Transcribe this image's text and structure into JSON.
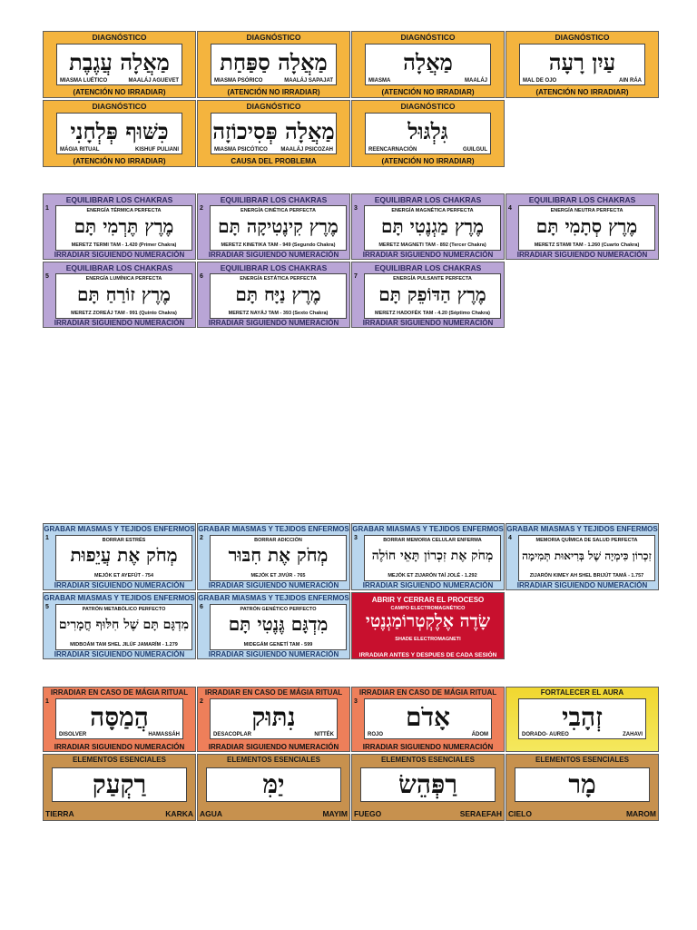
{
  "diagnostico": [
    {
      "header": "DIAGNÓSTICO",
      "hebrew": "מַאֲלָה עֲגֶבֶת",
      "left": "MIASMA LUÉTICO",
      "right": "MAALÁJ AGUEVET",
      "footer": "(ATENCIÓN NO IRRADIAR)"
    },
    {
      "header": "DIAGNÓSTICO",
      "hebrew": "מַאֲלָה סַפַּחַת",
      "left": "MIASMA PSÓRICO",
      "right": "MAALÁJ SAPAJAT",
      "footer": "(ATENCIÓN NO IRRADIAR)"
    },
    {
      "header": "DIAGNÓSTICO",
      "hebrew": "מַאֲלָה",
      "left": "MIASMA",
      "right": "MAALÁJ",
      "footer": "(ATENCIÓN NO IRRADIAR)"
    },
    {
      "header": "DIAGNÓSTICO",
      "hebrew": "עַיִן רָעָה",
      "left": "MAL DE OJO",
      "right": "AIN RÁA",
      "footer": "(ATENCIÓN NO IRRADIAR)"
    },
    {
      "header": "DIAGNÓSTICO",
      "hebrew": "כִּשּׁוּף פְּלְחָנִי",
      "left": "MÁGIA RITUAL",
      "right": "KISHUF PULIANI",
      "footer": "(ATENCIÓN NO IRRADIAR)"
    },
    {
      "header": "DIAGNÓSTICO",
      "hebrew": "מַאֲלָה פְּסִיכוֹזָה",
      "left": "MIASMA PSICÓTICO",
      "right": "MAALÁJ PSICOZAH",
      "footer": "CAUSA DEL PROBLEMA"
    },
    {
      "header": "DIAGNÓSTICO",
      "hebrew": "גִּלְגּוּל",
      "left": "REENCARNACIÓN",
      "right": "GUILGUL",
      "footer": "(ATENCIÓN NO IRRADIAR)"
    }
  ],
  "chakras": [
    {
      "num": "1",
      "header": "EQUILIBRAR LOS CHAKRAS",
      "sub": "ENERGÍA TÉRMICA PERFECTA",
      "hebrew": "מֶרֶץ תֶּרְמִי תָּם",
      "line": "MERETZ TERMI TAM - 1.420 (Primer Chakra)",
      "footer": "IRRADIAR SIGUIENDO NUMERACIÓN"
    },
    {
      "num": "2",
      "header": "EQUILIBRAR LOS CHAKRAS",
      "sub": "ENERGÍA CINÉTICA PERFECTA",
      "hebrew": "מֶרֶץ קִינֶטִיקָה תָּם",
      "line": "MERETZ KINETIKA TAM - 949 (Segundo Chakra)",
      "footer": "IRRADIAR SIGUIENDO NUMERACIÓN"
    },
    {
      "num": "3",
      "header": "EQUILIBRAR LOS CHAKRAS",
      "sub": "ENERGÍA MAGNÉTICA PERFECTA",
      "hebrew": "מֶרֶץ מַגְנֶטִי תָּם",
      "line": "MERETZ MAGNETI TAM - 892 (Tercer Chakra)",
      "footer": "IRRADIAR SIGUIENDO NUMERACIÓN"
    },
    {
      "num": "4",
      "header": "EQUILIBRAR LOS CHAKRAS",
      "sub": "ENERGÍA NEUTRA PERFECTA",
      "hebrew": "מֶרֶץ סְתָמִי תָּם",
      "line": "MERETZ STAMI TAM - 1.260 (Cuarto Chakra)",
      "footer": "IRRADIAR SIGUIENDO NUMERACIÓN"
    },
    {
      "num": "5",
      "header": "EQUILIBRAR LOS CHAKRAS",
      "sub": "ENERGÍA LUMÍNICA PERFECTA",
      "hebrew": "מֶרֶץ זוֹרַחַ תָּם",
      "line": "MERETZ ZOREÁJ TAM - 991 (Quinto Chakra)",
      "footer": "IRRADIAR SIGUIENDO NUMERACIÓN"
    },
    {
      "num": "6",
      "header": "EQUILIBRAR LOS CHAKRAS",
      "sub": "ENERGÍA ESTÁTICA PERFECTA",
      "hebrew": "מֶרֶץ נַיָּח תָּם",
      "line": "MERETZ NAYÁJ TAM - 393 (Sexto Chakra)",
      "footer": "IRRADIAR SIGUIENDO NUMERACIÓN"
    },
    {
      "num": "7",
      "header": "EQUILIBRAR LOS CHAKRAS",
      "sub": "ENERGÍA PULSANTE PERFECTA",
      "hebrew": "מֶרֶץ הַדּוֹפֵק תָּם",
      "line": "MERETZ HADOFÉK TAM - 4.20 (Séptimo Chakra)",
      "footer": "IRRADIAR SIGUIENDO NUMERACIÓN"
    }
  ],
  "miasmas": [
    {
      "num": "1",
      "header": "GRABAR MIASMAS Y TEJIDOS ENFERMOS",
      "sub": "BORRAR ESTRÉS",
      "hebrew": "מְחֹק אֶת עֲיֵפוּת",
      "line": "MEJÓK ET AYEFÚT - 754",
      "footer": "IRRADIAR SIGUIENDO NUMERACIÓN"
    },
    {
      "num": "2",
      "header": "GRABAR MIASMAS Y TEJIDOS ENFERMOS",
      "sub": "BORRAR ADICCIÓN",
      "hebrew": "מְחֹק אֶת חִבּוּר",
      "line": "MEJÓK ET JIVÚR - 765",
      "footer": "IRRADIAR SIGUIENDO NUMERACIÓN"
    },
    {
      "num": "3",
      "header": "GRABAR MIASMAS Y TEJIDOS ENFERMOS",
      "sub": "BORRAR MEMORIA CELULAR ENFERMA",
      "hebrew": "מְחֹק אֶת זִכְרוֹן תָּאֵי חוֹלֶה",
      "line": "MEJÓK ET ZIJARÓN TAÍ JOLÉ - 1.292",
      "footer": "IRRADIAR SIGUIENDO NUMERACIÓN"
    },
    {
      "num": "4",
      "header": "GRABAR MIASMAS Y TEJIDOS ENFERMOS",
      "sub": "MEMORIA QUÍMICA DE SALUD PERFECTA",
      "hebrew": "זִכְרוֹן כִּימְיָה שֶׁל בְּרִיאוּת תְּמִימָה",
      "line": "ZIJARÓN KIMEY AH SHEL BRIJÚT TAMÁ - 1.757",
      "footer": "IRRADIAR SIGUIENDO NUMERACIÓN"
    },
    {
      "num": "5",
      "header": "GRABAR MIASMAS Y TEJIDOS ENFERMOS",
      "sub": "PATRÓN METABÓLICO PERFECTO",
      "hebrew": "מִדְגָּם תָּם שֶׁל חִלּוּף חֳמָרִים",
      "line": "MIDBOÁM TAM SHEL JILÚF JAMARÍM - 1.279",
      "footer": "IRRADIAR SIGUIENDO NUMERACIÓN"
    },
    {
      "num": "6",
      "header": "GRABAR MIASMAS Y TEJIDOS ENFERMOS",
      "sub": "PATRÓN GENÉTICO PERFECTO",
      "hebrew": "מִדְגָּם גֶּנֶטִי תָּם",
      "line": "MIDEGÁM GENETÍ TAM - 599",
      "footer": "IRRADIAR SIGUIENDO NUMERACIÓN"
    },
    {
      "num": "",
      "header": "ABRIR Y CERRAR EL PROCESO",
      "sub": "CAMPO ELECTROMAGNÉTICO",
      "hebrew": "שָׂדֶה אֶלֶקְטְרוֹמַגְנֶטִי",
      "line": "SHADE ELECTROMAGNETI",
      "footer": "IRRADIAR ANTES Y DESPUES DE CADA SESIÓN",
      "special": true
    }
  ],
  "ritual": [
    {
      "num": "1",
      "header": "IRRADIAR EN CASO DE MÁGIA RITUAL",
      "hebrew": "הֲמַסָּה",
      "left": "DISOLVER",
      "right": "HAMASSÁH",
      "footer": "IRRADIAR SIGUIENDO NUMERACIÓN"
    },
    {
      "num": "2",
      "header": "IRRADIAR EN CASO DE MÁGIA RITUAL",
      "hebrew": "נִתּוּק",
      "left": "DESACOPLAR",
      "right": "NITTÉK",
      "footer": "IRRADIAR SIGUIENDO NUMERACIÓN"
    },
    {
      "num": "3",
      "header": "IRRADIAR EN CASO DE MÁGIA RITUAL",
      "hebrew": "אָדֹם",
      "left": "ROJO",
      "right": "ÁDOM",
      "footer": "IRRADIAR SIGUIENDO NUMERACIÓN"
    },
    {
      "num": "",
      "header": "FORTALECER EL AURA",
      "hebrew": "זְהָבִי",
      "left": "DORADO- AUREO",
      "right": "ZAHAVI",
      "footer": ""
    }
  ],
  "elementos": [
    {
      "header": "ELEMENTOS ESENCIALES",
      "hebrew": "רַקְעַק",
      "left": "TIERRA",
      "right": "KARKA"
    },
    {
      "header": "ELEMENTOS ESENCIALES",
      "hebrew": "יַמִּ",
      "left": "AGUA",
      "right": "MAYIM"
    },
    {
      "header": "ELEMENTOS ESENCIALES",
      "hebrew": "רַפְּהֵשׂ",
      "left": "FUEGO",
      "right": "SERAEFAH"
    },
    {
      "header": "ELEMENTOS ESENCIALES",
      "hebrew": "מָר",
      "left": "CIELO",
      "right": "MAROM"
    }
  ]
}
